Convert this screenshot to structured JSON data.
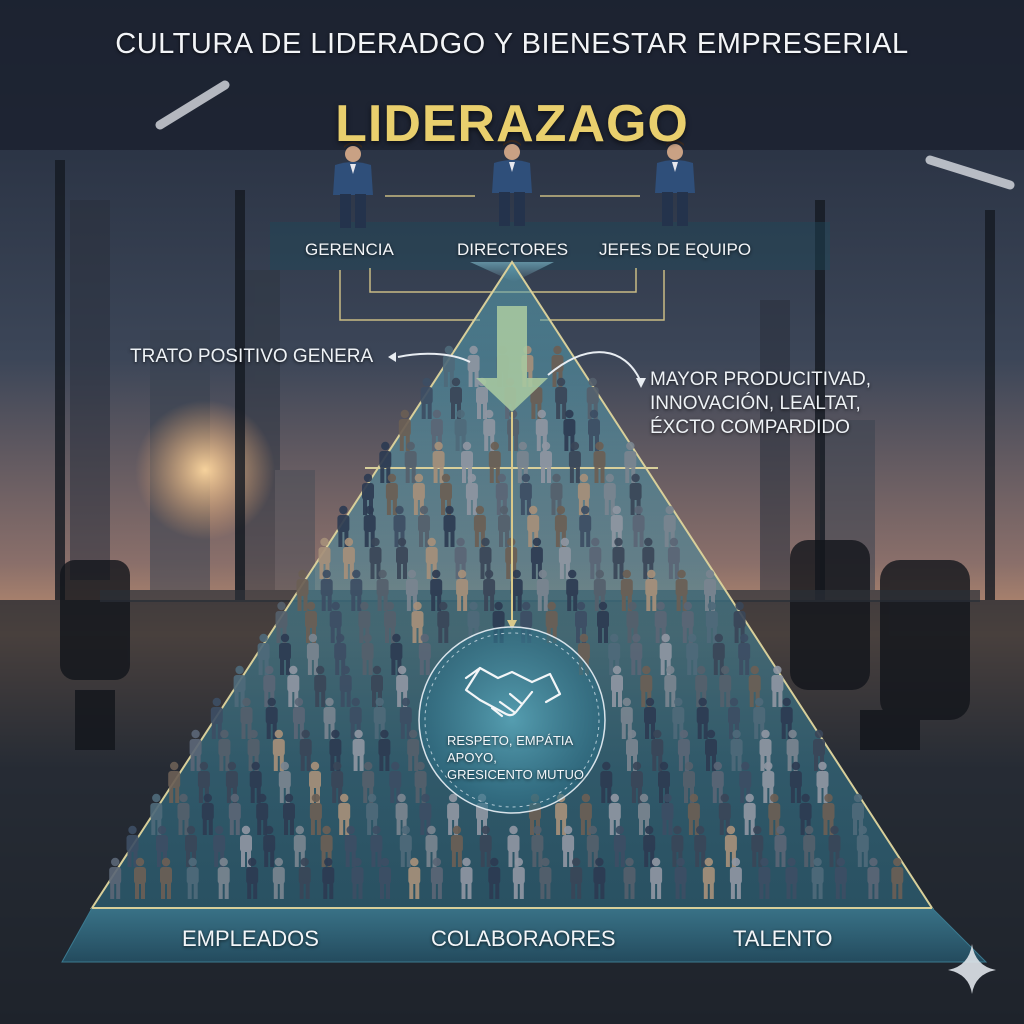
{
  "header": {
    "title": "CULTURA DE LIDERADGO Y BIENESTAR EMPRESERIAL",
    "leadership": "LIDERAZAGO"
  },
  "roles": {
    "gerencia": "GERENCIA",
    "directores": "DIRECTORES",
    "jefes": "JEFES DE EQUIPO"
  },
  "flow": {
    "trato": "TRATO POSITIVO GENERA",
    "benefits_line1": "MAYOR PRODUCITIVAD,",
    "benefits_line2": "INNOVACIÓN, LEALTAT,",
    "benefits_line3": "ÉXCTO COMPARDIDO"
  },
  "core_values": {
    "line1": "RESPETO, EMPÁTIA",
    "line2": "APOYO,",
    "line3": "GRESICENTO MUTUO"
  },
  "base": {
    "empleados": "EMPLEADOS",
    "colaboradores": "COLABORAORES",
    "talento": "TALENTO"
  },
  "colors": {
    "accent_gold": "#e9cf6d",
    "pyramid_teal": "#3f7f93",
    "line_gold": "#d9c98a",
    "arrow_green": "#a8c9a0"
  },
  "icons": [
    "handshake-icon",
    "sparkle-icon",
    "arrow-down-icon",
    "executive-figure-icon"
  ]
}
